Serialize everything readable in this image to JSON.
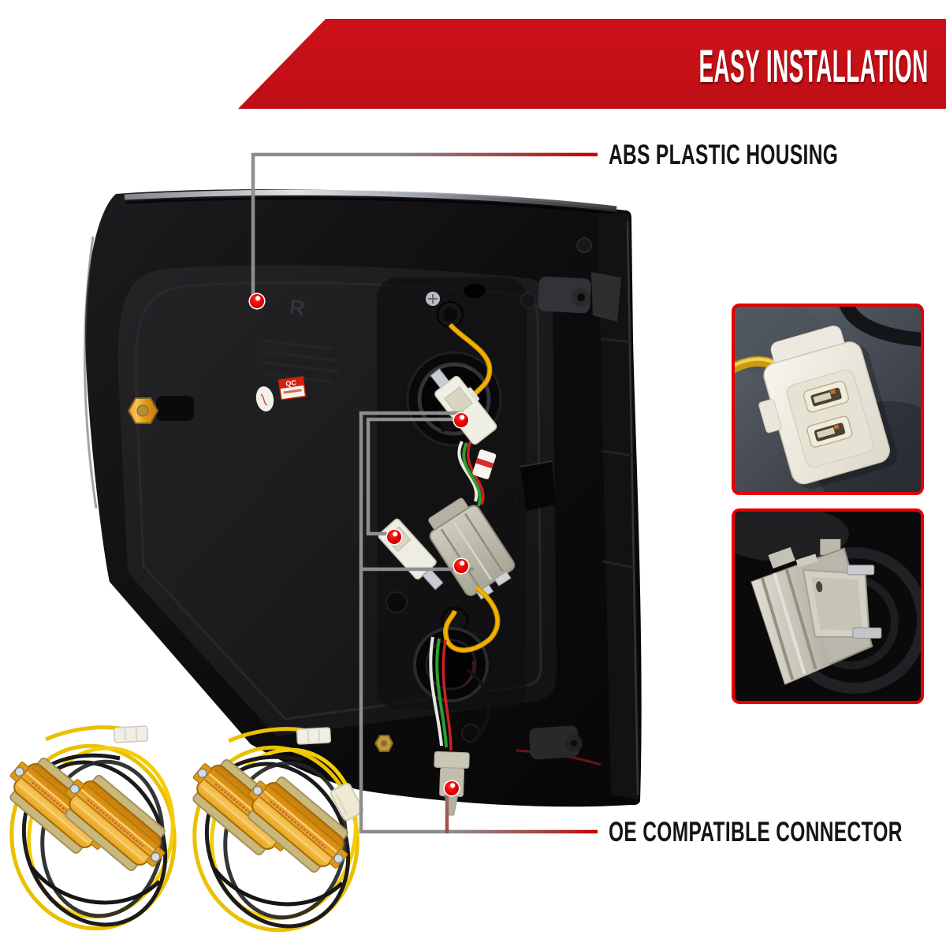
{
  "banner": {
    "label": "EASY INSTALLATION",
    "bg_color": "#c8111a",
    "text_color": "#ffffff"
  },
  "callouts": {
    "abs": {
      "label": "ABS PLASTIC HOUSING"
    },
    "oe": {
      "label": "OE COMPATIBLE CONNECTOR"
    },
    "line_grey": "#8e8e8e",
    "line_red": "#cc0000",
    "marker_dot": {
      "name": "red-dot-marker",
      "fill": "#e10000",
      "ring": "#ffffff",
      "count": 5
    }
  },
  "photo": {
    "molded_letter": "R",
    "qc_sticker_text": "QC"
  },
  "insets": {
    "border_color": "#e60000",
    "items": [
      {
        "name": "oe-connector-closeup"
      },
      {
        "name": "bulb-socket-closeup"
      }
    ]
  }
}
